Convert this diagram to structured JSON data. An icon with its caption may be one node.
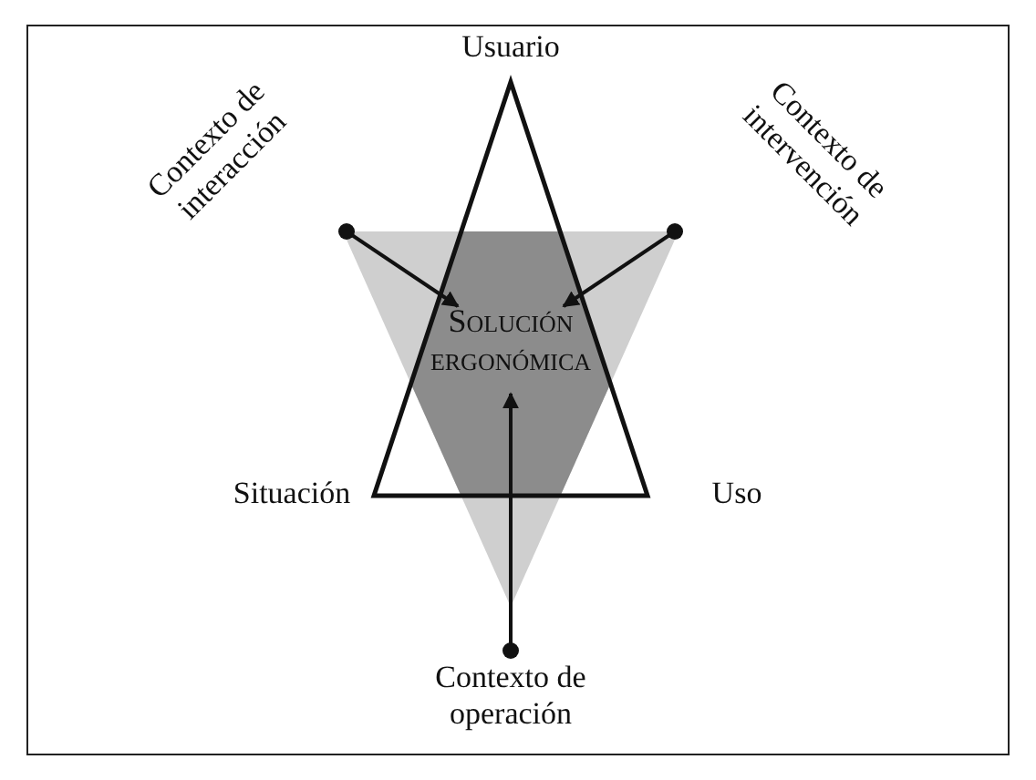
{
  "diagram": {
    "nodes": [
      {
        "text": [
          "Solución ergonómica"
        ]
      },
      {
        "text": [
          "Contexto de interacción"
        ]
      },
      {
        "text": [
          "Contexto de intervención"
        ]
      },
      {
        "text": [
          "Contexto de operación"
        ]
      }
    ],
    "edges": [
      {
        "from": 1,
        "to": 0,
        "arrow": "to"
      },
      {
        "from": 2,
        "to": 0,
        "arrow": "to"
      },
      {
        "from": 3,
        "to": 0,
        "arrow": "to"
      }
    ],
    "labels": [
      "Usuario",
      "Situación",
      "Uso"
    ]
  }
}
